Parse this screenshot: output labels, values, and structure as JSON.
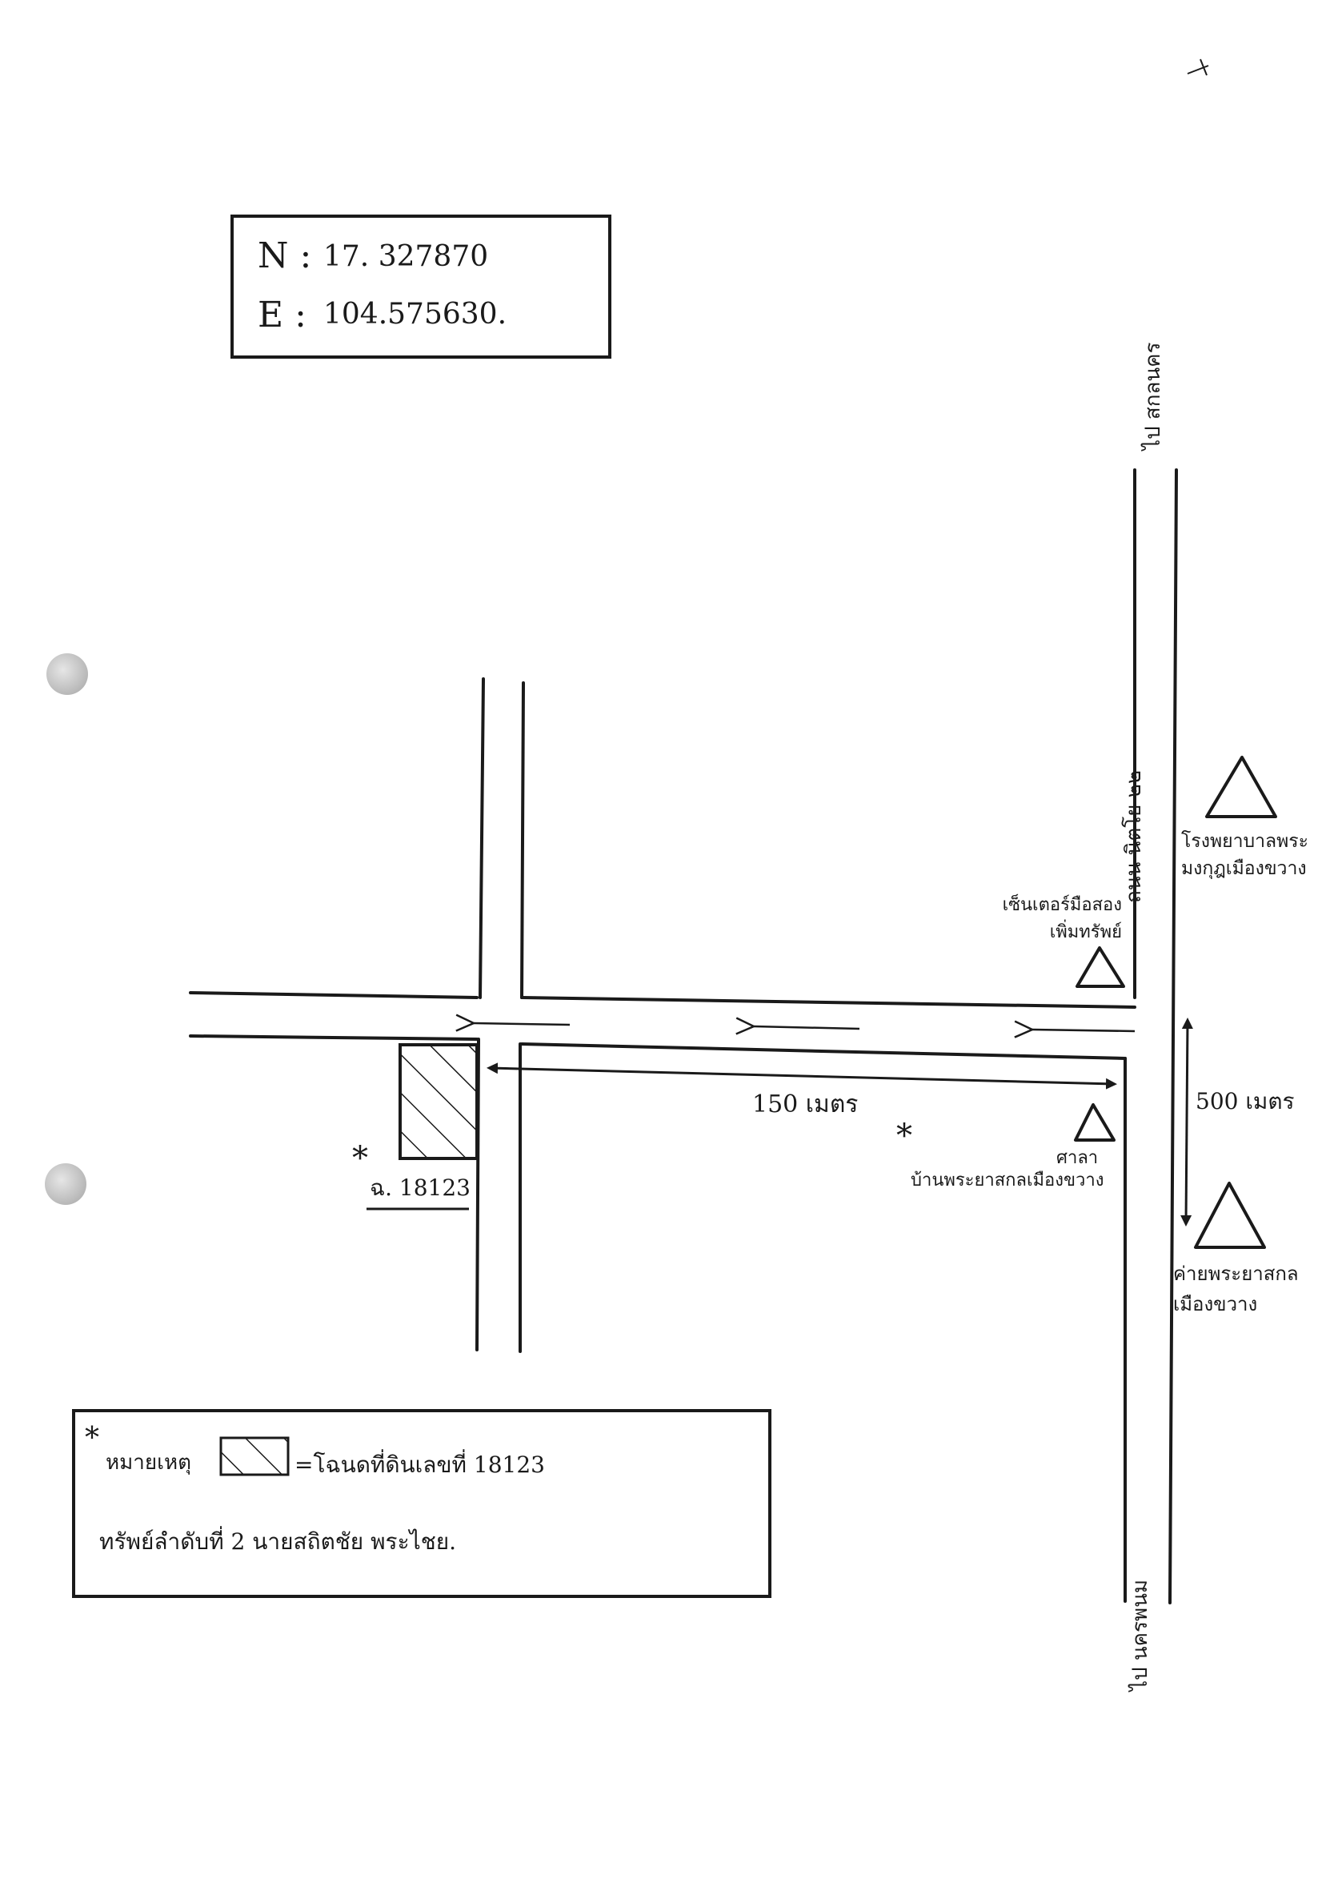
{
  "coords": {
    "n_label": "N :",
    "n_value": "17. 327870",
    "e_label": "E :",
    "e_value": "104.575630."
  },
  "roads": {
    "to_sakon": "ไป สกลนคร",
    "road_name": "ถนน นิตโย ๒๒",
    "to_nakhon_phanom": "ไป นครพนม"
  },
  "places": {
    "hospital": "โรงพยาบาลพระมงกุฎเมืองขวาง",
    "dealer": "เซ็นเตอร์มือสองเพิ่มทรัพย์",
    "sala": "ศาลา",
    "village": "บ้านพระยาสกลเมืองขวาง",
    "camp": "ค่ายพระยาสกล เมืองขวาง"
  },
  "measures": {
    "horizontal": "150 เมตร",
    "vertical": "500 เมตร"
  },
  "parcel": {
    "label": "ฉ. 18123"
  },
  "legend": {
    "star": "*",
    "title": "หมายเหตุ",
    "parcel_desc": "=โฉนดที่ดินเลขที่ 18123",
    "line2": "ทรัพย์ลำดับที่ 2 นายสถิตชัย พระไชย."
  },
  "colors": {
    "ink": "#1a1a1a",
    "paper": "#ffffff"
  }
}
